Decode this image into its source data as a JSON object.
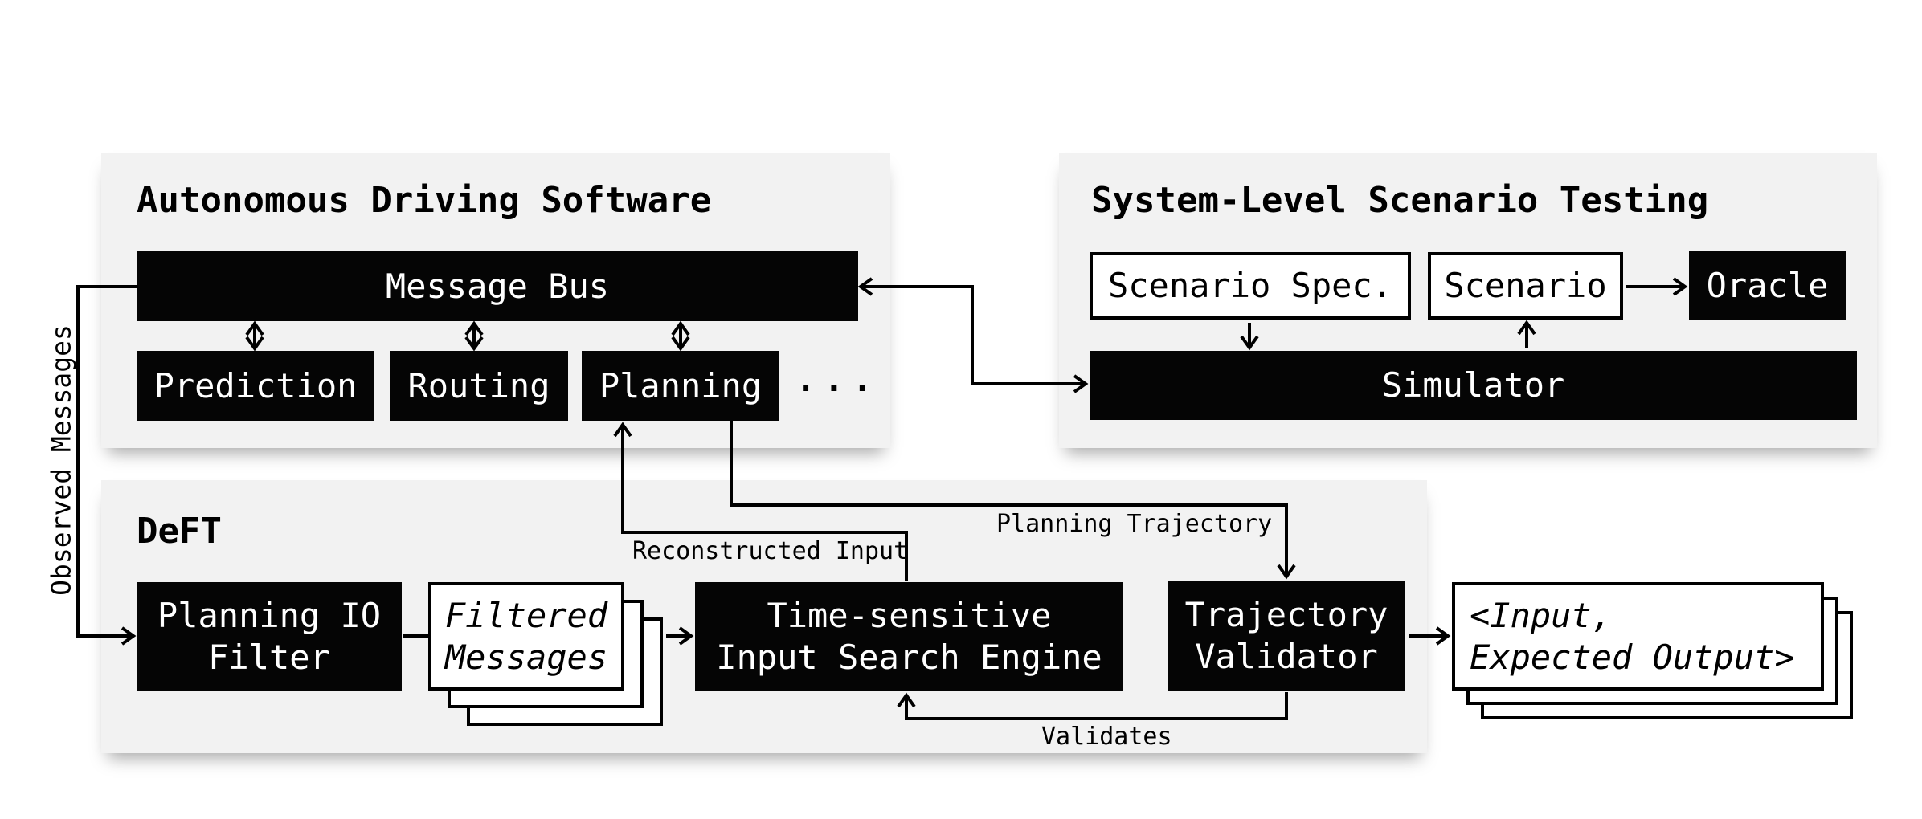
{
  "panels": {
    "ads": {
      "title": "Autonomous Driving Software"
    },
    "slst": {
      "title": "System-Level Scenario Testing"
    },
    "deft": {
      "title": "DeFT"
    }
  },
  "nodes": {
    "message_bus": "Message Bus",
    "prediction": "Prediction",
    "routing": "Routing",
    "planning": "Planning",
    "ellipsis": "...",
    "scenario_spec": "Scenario Spec.",
    "scenario": "Scenario",
    "oracle": "Oracle",
    "simulator": "Simulator",
    "planning_io_filter": "Planning IO\nFilter",
    "filtered_messages": "Filtered\nMessages",
    "search_engine": "Time-sensitive\nInput Search Engine",
    "trajectory_validator": "Trajectory\nValidator",
    "io_pairs": "<Input,\nExpected Output>"
  },
  "edge_labels": {
    "observed_messages": "Observed Messages",
    "reconstructed_input": "Reconstructed Input",
    "planning_trajectory": "Planning Trajectory",
    "validates": "Validates"
  },
  "colors": {
    "node_fill": "#050505",
    "node_text": "#ffffff",
    "panel_fill": "#f2f2f2",
    "line": "#000000",
    "background": "#ffffff"
  }
}
